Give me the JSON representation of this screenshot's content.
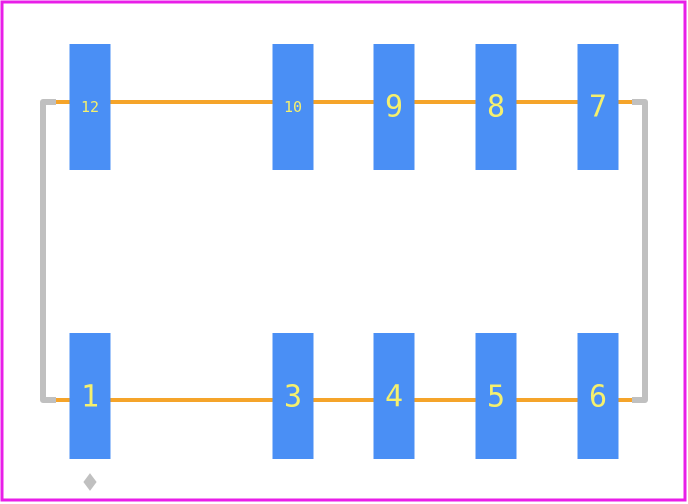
{
  "colors": {
    "board_outline": "#e81ee8",
    "pad": "#4a8ff5",
    "trace": "#f5a42a",
    "silkscreen": "#c0c0c0",
    "label": "#f5f06e",
    "background": "#ffffff"
  },
  "pads": {
    "top_row": [
      {
        "label": "12",
        "size": "small"
      },
      {
        "label": "10",
        "size": "small"
      },
      {
        "label": "9",
        "size": "big"
      },
      {
        "label": "8",
        "size": "big"
      },
      {
        "label": "7",
        "size": "big"
      }
    ],
    "bottom_row": [
      {
        "label": "1",
        "size": "big"
      },
      {
        "label": "3",
        "size": "big"
      },
      {
        "label": "4",
        "size": "big"
      },
      {
        "label": "5",
        "size": "big"
      },
      {
        "label": "6",
        "size": "big"
      }
    ]
  },
  "origin_marker": "diamond-marker"
}
